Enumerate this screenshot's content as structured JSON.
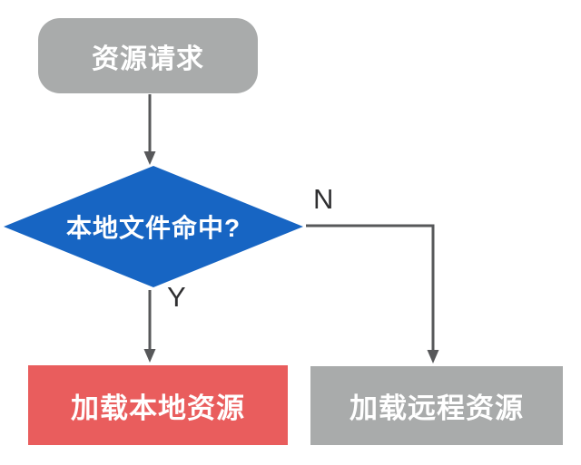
{
  "diagram": {
    "type": "flowchart",
    "language": "zh-CN",
    "description": "resource loading decision flow"
  },
  "nodes": {
    "start": {
      "label": "资源请求",
      "shape": "rounded-rectangle",
      "fill": "#A9ABAB",
      "text_color": "#FFFFFF"
    },
    "decision": {
      "label": "本地文件命中?",
      "shape": "diamond",
      "fill": "#1765C3",
      "text_color": "#FFFFFF"
    },
    "load_local": {
      "label": "加载本地资源",
      "shape": "rectangle",
      "fill": "#E95D5D",
      "text_color": "#FFFFFF"
    },
    "load_remote": {
      "label": "加载远程资源",
      "shape": "rectangle",
      "fill": "#A9ABAB",
      "text_color": "#FFFFFF"
    }
  },
  "edges": {
    "start_to_decision": {
      "from": "start",
      "to": "decision",
      "label": ""
    },
    "yes": {
      "from": "decision",
      "to": "load_local",
      "label": "Y"
    },
    "no": {
      "from": "decision",
      "to": "load_remote",
      "label": "N"
    }
  },
  "colors": {
    "background": "#FFFFFF",
    "gray_node_fill": "#A9ABAB",
    "decision_node_fill": "#1765C3",
    "local_node_fill": "#E95D5D",
    "node_text_color": "#FFFFFF",
    "line_color": "#57585A",
    "edge_label_color": "#2F2F31"
  }
}
